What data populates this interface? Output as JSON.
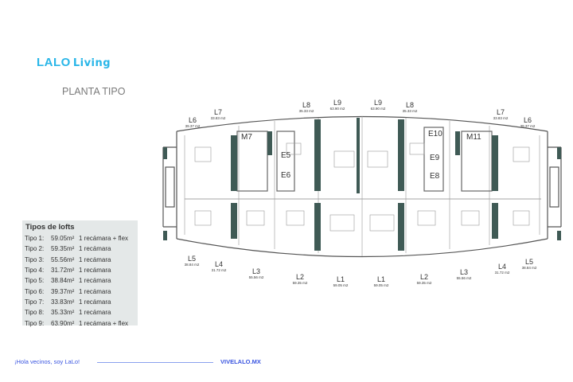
{
  "brand": {
    "logo": "LALO",
    "logo_suffix": "Living"
  },
  "title": "PLANTA TIPO",
  "legend": {
    "heading": "Tipos de lofts",
    "rows": [
      {
        "tipo": "Tipo 1:",
        "area": "59.05m²",
        "desc": "1 recámara + flex"
      },
      {
        "tipo": "Tipo 2:",
        "area": "59.35m²",
        "desc": "1 recámara"
      },
      {
        "tipo": "Tipo 3:",
        "area": "55.56m²",
        "desc": "1 recámara"
      },
      {
        "tipo": "Tipo 4:",
        "area": "31.72m²",
        "desc": "1 recámara"
      },
      {
        "tipo": "Tipo 5:",
        "area": "38.84m²",
        "desc": "1 recámara"
      },
      {
        "tipo": "Tipo 6:",
        "area": "39.37m²",
        "desc": "1 recámara"
      },
      {
        "tipo": "Tipo 7:",
        "area": "33.83m²",
        "desc": "1 recámara"
      },
      {
        "tipo": "Tipo 8:",
        "area": "35.33m²",
        "desc": "1 recámara"
      },
      {
        "tipo": "Tipo 9:",
        "area": "63.90m²",
        "desc": "1 recámara + flex"
      }
    ]
  },
  "units_top": [
    {
      "label": "L6",
      "area": "39.37 m2"
    },
    {
      "label": "L7",
      "area": "33.83 m2"
    },
    {
      "label": "L8",
      "area": "35.33 m2"
    },
    {
      "label": "L9",
      "area": "63.90 m2"
    },
    {
      "label": "L9",
      "area": "63.90 m2"
    },
    {
      "label": "L8",
      "area": "35.33 m2"
    },
    {
      "label": "L7",
      "area": "33.83 m2"
    },
    {
      "label": "L6",
      "area": "39.37 m2"
    }
  ],
  "units_bottom": [
    {
      "label": "L5",
      "area": "38.84 m2"
    },
    {
      "label": "L4",
      "area": "31.72 m2"
    },
    {
      "label": "L3",
      "area": "55.56 m2"
    },
    {
      "label": "L2",
      "area": "59.35 m2"
    },
    {
      "label": "L1",
      "area": "59.05 m2"
    },
    {
      "label": "L1",
      "area": "59.05 m2"
    },
    {
      "label": "L2",
      "area": "59.35 m2"
    },
    {
      "label": "L3",
      "area": "55.56 m2"
    },
    {
      "label": "L4",
      "area": "31.72 m2"
    },
    {
      "label": "L5",
      "area": "38.84 m2"
    }
  ],
  "rooms": [
    "M7",
    "E5",
    "E6",
    "E10",
    "E9",
    "E8",
    "M11"
  ],
  "footer": {
    "greeting": "¡Hola vecinos, soy LaLo!",
    "website": "VIVELALO.MX"
  },
  "colors": {
    "brand": "#29b6e8",
    "core": "#3f5a55",
    "footer_text": "#3a55e0",
    "legend_bg": "#e4e8e8"
  }
}
